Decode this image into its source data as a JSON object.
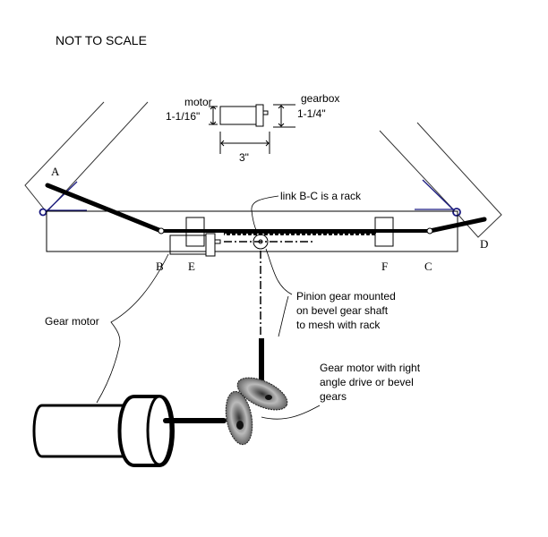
{
  "title": "NOT TO SCALE",
  "motor_detail": {
    "motor_label": "motor",
    "motor_diameter": "1-1/16\"",
    "gearbox_label": "gearbox",
    "gearbox_diameter": "1-1/4\"",
    "length": "3\""
  },
  "points": {
    "A": "A",
    "B": "B",
    "C": "C",
    "D": "D",
    "E": "E",
    "F": "F"
  },
  "annotations": {
    "rack": "link B-C is a rack",
    "pinion_line1": "Pinion gear mounted",
    "pinion_line2": "on bevel gear shaft",
    "pinion_line3": "to mesh with rack",
    "gearmotor": "Gear motor",
    "rightangle_line1": "Gear motor with right",
    "rightangle_line2": "angle drive or bevel",
    "rightangle_line3": "gears"
  },
  "colors": {
    "line": "#000000",
    "hinge": "#1a1a80"
  }
}
